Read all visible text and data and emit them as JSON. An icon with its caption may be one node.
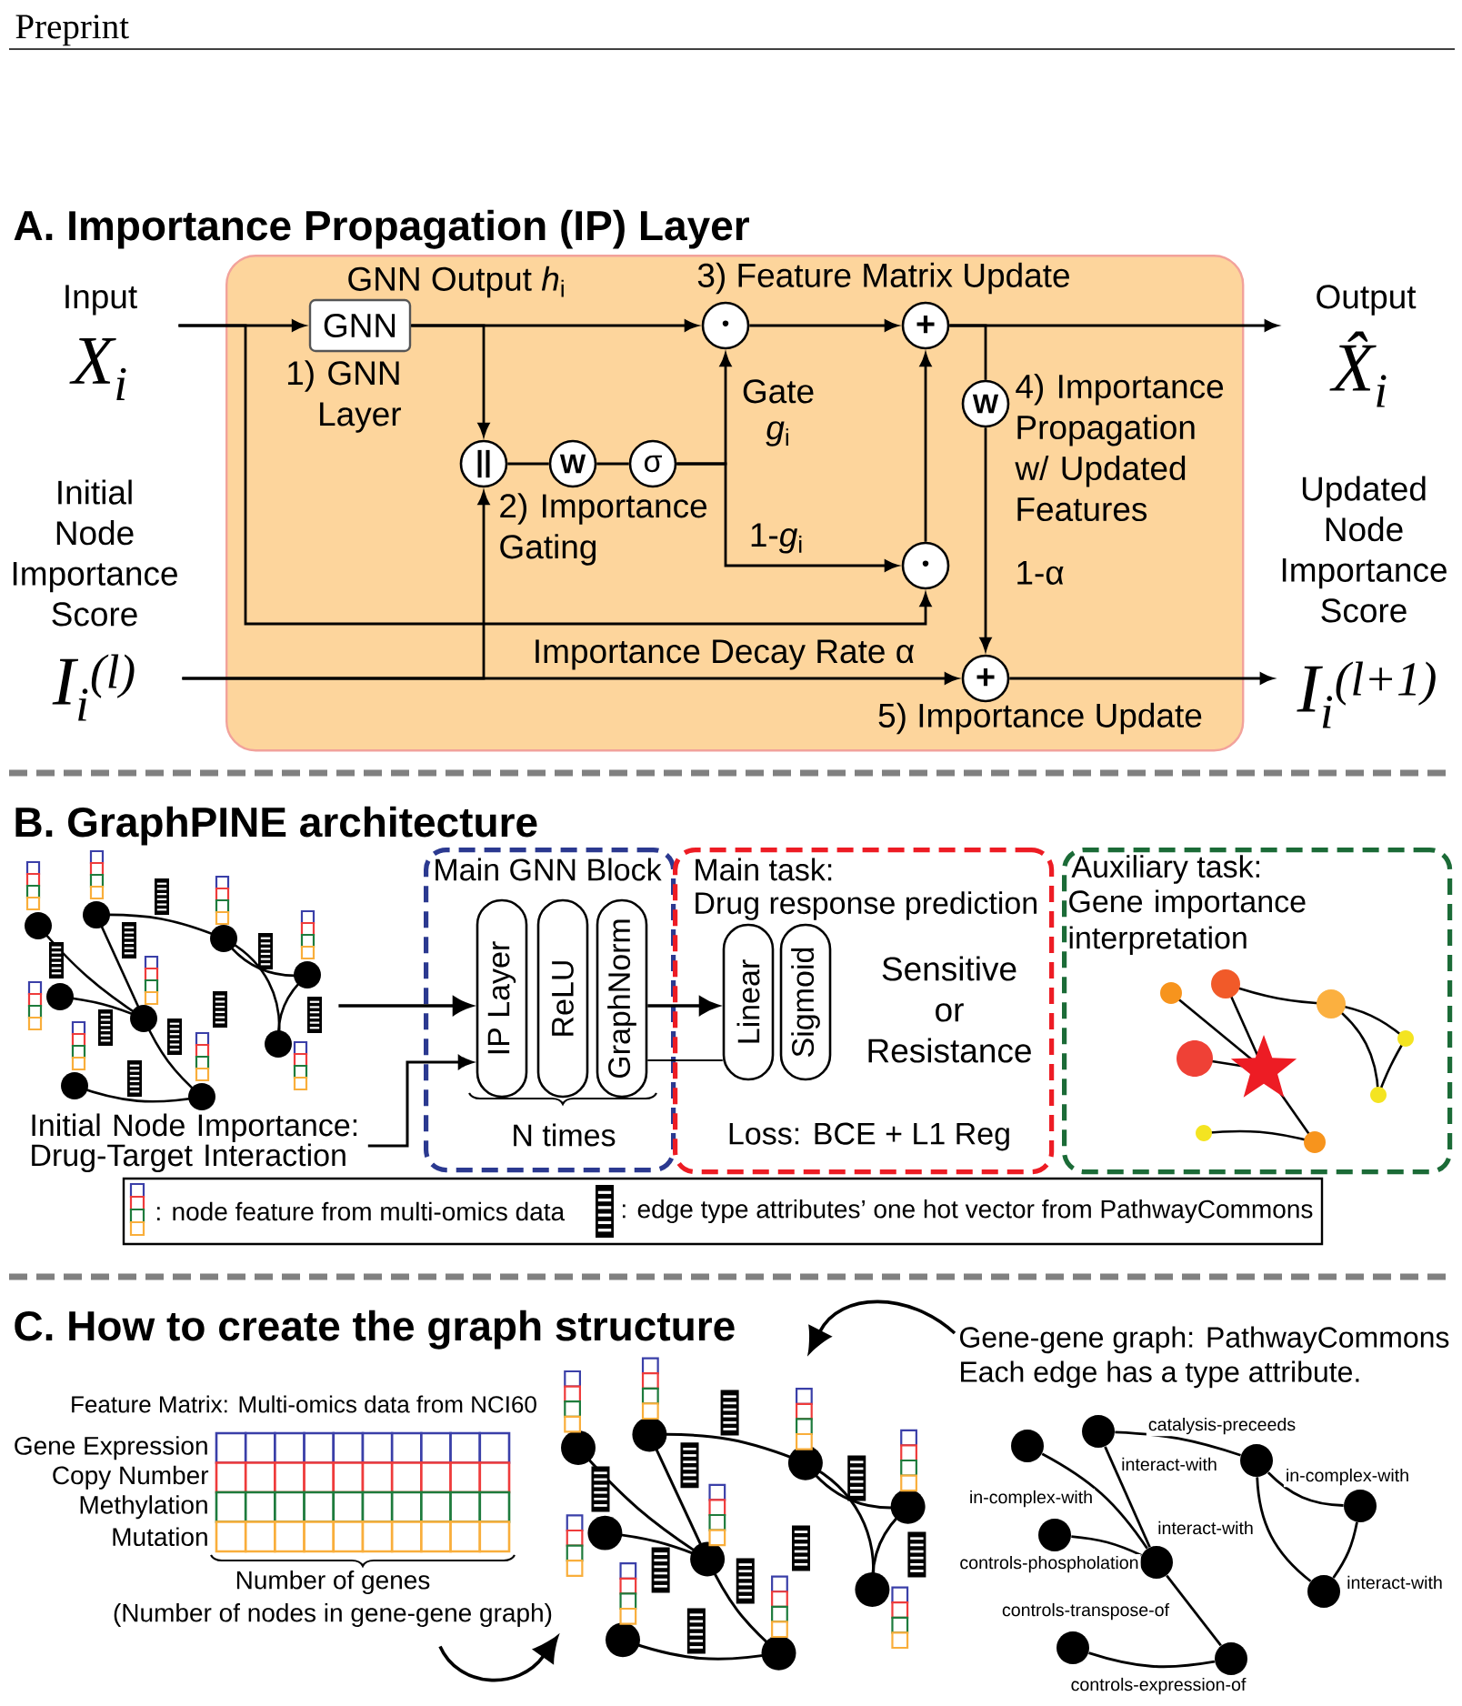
{
  "diagram": {
    "nodes": [
      {
        "text": [
          "Input",
          "X$_{i}$"
        ]
      },
      {
        "text": [
          "Initial Node Importance Score",
          "I$_{i}$$^{(l)}$"
        ]
      },
      {
        "text": [],
        "shape": "box"
      },
      {
        "text": [
          "GNN"
        ],
        "in": 2,
        "beside": [
          "1) GNN Layer"
        ]
      },
      {
        "text": [
          "||"
        ],
        "in": 2
      },
      {
        "text": [
          "W"
        ],
        "in": 2,
        "beside": [
          "2) Importance Gating"
        ]
      },
      {
        "text": [
          "σ"
        ],
        "in": 2
      },
      {
        "text": [
          "•"
        ],
        "in": 2
      },
      {
        "text": [
          "+"
        ],
        "in": 2,
        "beside": [
          "3) Feature Matrix Update"
        ]
      },
      {
        "text": [
          "W"
        ],
        "in": 2,
        "beside": [
          "4) Importance Propagation w/ Updated Features"
        ]
      },
      {
        "text": [
          "•"
        ],
        "in": 2
      },
      {
        "text": [
          "+"
        ],
        "in": 2,
        "beside": [
          "5) Importance Update"
        ]
      },
      {
        "text": [
          "Output",
          "X̂$_{i}$"
        ]
      },
      {
        "text": [
          "Updated Node Importance Score",
          "I$_{i}$$^{(l+1)}$"
        ]
      },
      {
        "text": [],
        "shape": "picture"
      },
      {
        "text": [
          "Initial Node Importance: Drug-Target Interaction"
        ]
      },
      {
        "text": [
          "Main GNN Block",
          "N times"
        ]
      },
      {
        "text": [
          "IP Layer"
        ],
        "in": 16
      },
      {
        "text": [
          "ReLU"
        ],
        "in": 16
      },
      {
        "text": [
          "GraphNorm"
        ],
        "in": 16
      },
      {
        "text": [
          "Main task:",
          "Drug response prediction",
          "Sensitive or Resistance",
          "Loss: BCE + L1 Reg"
        ]
      },
      {
        "text": [
          "Linear"
        ],
        "in": 20
      },
      {
        "text": [
          "Sigmoid"
        ],
        "in": 20
      },
      {
        "text": [
          "Auxiliary task:",
          "Gene importance interpretation"
        ]
      },
      {
        "text": [
          "Feature Matrix: Multi-omics data from NCI60",
          "Gene Expression",
          "Copy Number",
          "Methylation",
          "Mutation",
          "Number of genes",
          "(Number of nodes in gene-gene graph)"
        ]
      },
      {
        "text": [],
        "shape": "picture"
      },
      {
        "text": [
          "Gene-gene graph: PathwayCommons",
          "Each edge has a type attribute."
        ]
      },
      {
        "text": [],
        "shape": "circle"
      },
      {
        "text": [],
        "shape": "circle"
      },
      {
        "text": [],
        "shape": "circle"
      },
      {
        "text": [],
        "shape": "circle"
      },
      {
        "text": [],
        "shape": "circle"
      },
      {
        "text": [],
        "shape": "circle"
      },
      {
        "text": [],
        "shape": "circle"
      },
      {
        "text": [],
        "shape": "circle"
      },
      {
        "text": [],
        "shape": "circle"
      }
    ],
    "edges": [
      {
        "from": 0,
        "to": 3,
        "arrow": "to"
      },
      {
        "from": 0,
        "to": 10,
        "arrow": "to"
      },
      {
        "from": 3,
        "to": 7,
        "arrow": "to",
        "label": "GNN Output *h*$_{i}$"
      },
      {
        "from": 3,
        "to": 4,
        "arrow": "to"
      },
      {
        "from": 1,
        "to": 4,
        "arrow": "to"
      },
      {
        "from": 1,
        "to": 11,
        "arrow": "to",
        "label": "Importance Decay Rate α"
      },
      {
        "from": 4,
        "to": 5,
        "arrow": "none"
      },
      {
        "from": 5,
        "to": 6,
        "arrow": "none"
      },
      {
        "from": 6,
        "to": 7,
        "arrow": "to",
        "label": "Gate *g*$_{i}$"
      },
      {
        "from": 6,
        "to": 10,
        "arrow": "to",
        "label": "1-*g*$_{i}$"
      },
      {
        "from": 7,
        "to": 8,
        "arrow": "to"
      },
      {
        "from": 10,
        "to": 8,
        "arrow": "to"
      },
      {
        "from": 8,
        "to": 12,
        "arrow": "to"
      },
      {
        "from": 8,
        "to": 9,
        "arrow": "none"
      },
      {
        "from": 9,
        "to": 11,
        "arrow": "to",
        "label": "1-α"
      },
      {
        "from": 11,
        "to": 13,
        "arrow": "to"
      },
      {
        "from": 14,
        "to": 17,
        "arrow": "to"
      },
      {
        "from": 15,
        "to": 17,
        "arrow": "to"
      },
      {
        "from": 19,
        "to": 21,
        "arrow": "to"
      },
      {
        "from": 19,
        "to": 21,
        "arrow": "none"
      },
      {
        "from": 24,
        "to": 25,
        "arrow": "to"
      },
      {
        "from": 26,
        "to": 25,
        "arrow": "to"
      },
      {
        "from": 30,
        "to": 33,
        "arrow": "none",
        "label": "catalysis-preceeds"
      },
      {
        "from": 30,
        "to": 31,
        "arrow": "none",
        "label": "interact-with"
      },
      {
        "from": 27,
        "to": 31,
        "arrow": "none",
        "label": "in-complex-with"
      },
      {
        "from": 28,
        "to": 31,
        "arrow": "none",
        "label": "controls-phospholation"
      },
      {
        "from": 31,
        "to": 32,
        "arrow": "none",
        "label": "controls-transpose-of"
      },
      {
        "from": 29,
        "to": 32,
        "arrow": "none",
        "label": "controls-expression-of"
      },
      {
        "from": 33,
        "to": 35,
        "arrow": "none",
        "label": "in-complex-with"
      },
      {
        "from": 33,
        "to": 34,
        "arrow": "none"
      },
      {
        "from": 35,
        "to": 34,
        "arrow": "none",
        "label": "interact-with"
      }
    ],
    "labels": [
      "Preprint",
      "A. Importance Propagation (IP) Layer",
      "B. GraphPINE architecture",
      "C. How to create the graph structure",
      "interact-with"
    ],
    "legend": [
      {
        "text": ": node feature from multi-omics data"
      },
      {
        "text": ": edge type attributes’ one hot vector from PathwayCommons"
      }
    ]
  }
}
